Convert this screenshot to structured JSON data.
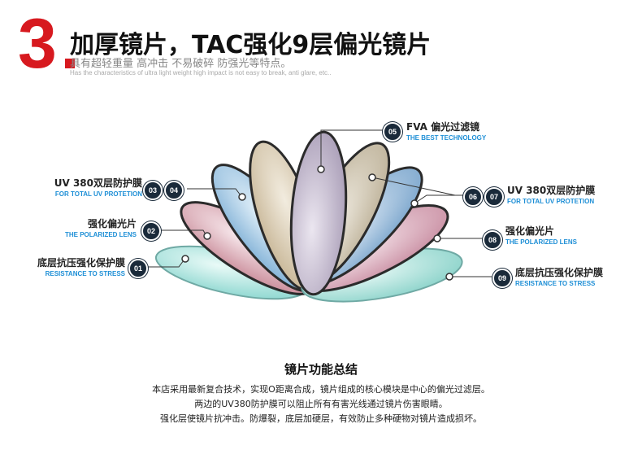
{
  "header": {
    "number": "3",
    "title": "加厚镜片，TAC强化9层偏光镜片",
    "subtitle": "具有超轻重量 高冲击 不易破碎 防强光等特点。",
    "subtitle_en": "Has the characteristics of ultra light weight high impact is not easy to break, anti glare, etc.."
  },
  "layers": {
    "l05": {
      "num": "05",
      "cn": "FVA 偏光过滤镜",
      "en": "THE BEST TECHNOLOGY"
    },
    "l0304": {
      "num_a": "03",
      "num_b": "04",
      "cn": "UV 380双层防护膜",
      "en": "FOR TOTAL UV PROTETION"
    },
    "l02": {
      "num": "02",
      "cn": "强化偏光片",
      "en": "THE POLARIZED LENS"
    },
    "l01": {
      "num": "01",
      "cn": "底层抗压强化保护膜",
      "en": "RESISTANCE TO STRESS"
    },
    "l0607": {
      "num_a": "06",
      "num_b": "07",
      "cn": "UV 380双层防护膜",
      "en": "FOR TOTAL UV PROTETION"
    },
    "l08": {
      "num": "08",
      "cn": "强化偏光片",
      "en": "THE POLARIZED LENS"
    },
    "l09": {
      "num": "09",
      "cn": "底层抗压强化保护膜",
      "en": "RESISTANCE TO STRESS"
    }
  },
  "summary": {
    "title": "镜片功能总结",
    "line1": "本店采用最新复合技术，实现O距离合成，镜片组成的核心模块是中心的偏光过滤层。",
    "line2": "两边的UV380防护膜可以阻止所有有害光线通过镜片伤害眼睛。",
    "line3": "强化层使镜片抗冲击。防爆裂，底层加硬层，有效防止多种硬物对镜片造成损坏。"
  },
  "colors": {
    "accent_red": "#d7191f",
    "label_blue": "#1e8fd6",
    "badge_dark": "#1a2a3a"
  }
}
